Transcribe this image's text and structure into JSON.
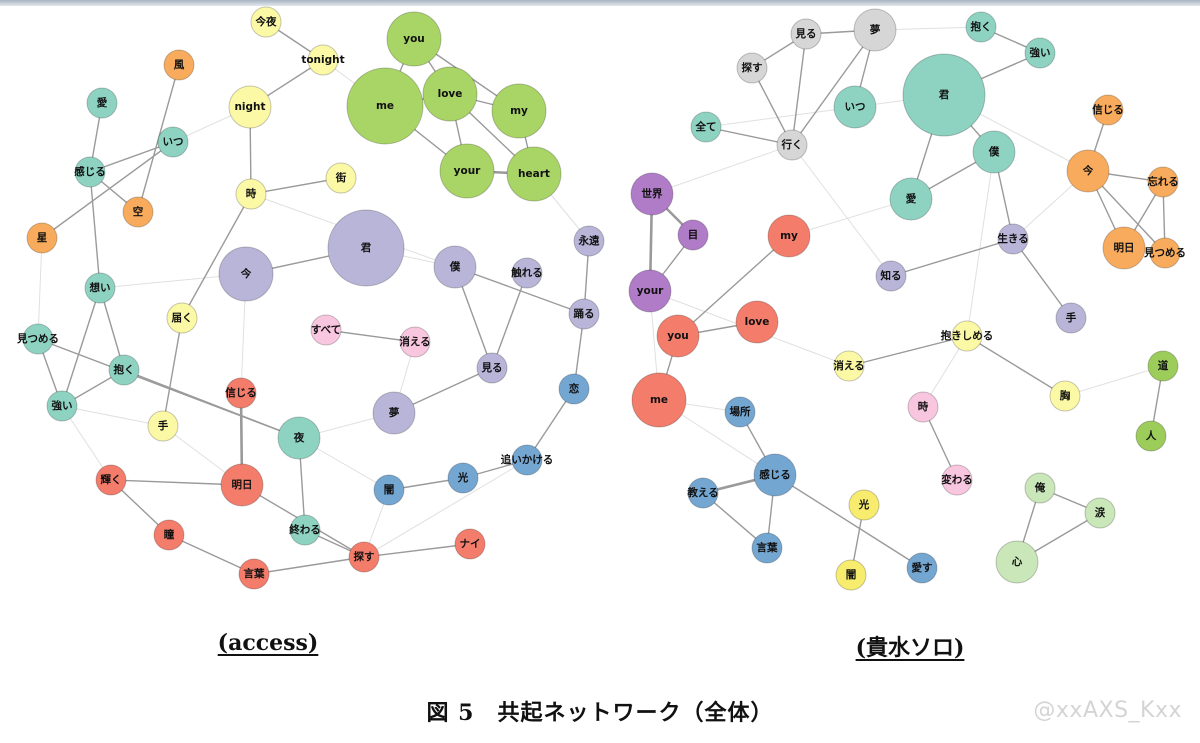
{
  "figure": {
    "caption": "図 5　共起ネットワーク（全体）",
    "watermark": "@xxAXS_Kxx"
  },
  "colors": {
    "green": "#a9d466",
    "purple": "#b9b5d9",
    "teal": "#8ed3c2",
    "yellow": "#fcf9a6",
    "orange": "#f8ab5c",
    "red": "#f37c6b",
    "pink": "#f9c6e0",
    "blue": "#74a6d2",
    "lightgray": "#d6d6d6",
    "magenta": "#b07bc7",
    "lightgreen": "#c9e7b8",
    "yellow2": "#f7ec6e",
    "lime": "#9ccc5a",
    "edge": "#9a9a9a",
    "edge_weak": "#e0e0e0"
  },
  "networks": [
    {
      "id": "access",
      "label": "(access)",
      "nodes": [
        {
          "id": "you",
          "label": "you",
          "color": "green",
          "size": 3
        },
        {
          "id": "me",
          "label": "me",
          "color": "green",
          "size": 5
        },
        {
          "id": "love",
          "label": "love",
          "color": "green",
          "size": 3
        },
        {
          "id": "my",
          "label": "my",
          "color": "green",
          "size": 3
        },
        {
          "id": "your",
          "label": "your",
          "color": "green",
          "size": 3
        },
        {
          "id": "heart",
          "label": "heart",
          "color": "green",
          "size": 3
        },
        {
          "id": "kimi",
          "label": "君",
          "color": "purple",
          "size": 5
        },
        {
          "id": "ima",
          "label": "今",
          "color": "purple",
          "size": 3
        },
        {
          "id": "boku",
          "label": "僕",
          "color": "purple",
          "size": 2
        },
        {
          "id": "fureru",
          "label": "触れる",
          "color": "purple",
          "size": 1
        },
        {
          "id": "eien",
          "label": "永遠",
          "color": "purple",
          "size": 1
        },
        {
          "id": "odoru",
          "label": "踊る",
          "color": "purple",
          "size": 1
        },
        {
          "id": "miru",
          "label": "見る",
          "color": "purple",
          "size": 1
        },
        {
          "id": "yume",
          "label": "夢",
          "color": "purple",
          "size": 2
        },
        {
          "id": "konya",
          "label": "今夜",
          "color": "yellow",
          "size": 1
        },
        {
          "id": "tonight",
          "label": "tonight",
          "color": "yellow",
          "size": 1
        },
        {
          "id": "night",
          "label": "night",
          "color": "yellow",
          "size": 2
        },
        {
          "id": "toki",
          "label": "時",
          "color": "yellow",
          "size": 1
        },
        {
          "id": "machi",
          "label": "街",
          "color": "yellow",
          "size": 1
        },
        {
          "id": "todoku",
          "label": "届く",
          "color": "yellow",
          "size": 1
        },
        {
          "id": "te",
          "label": "手",
          "color": "yellow",
          "size": 1
        },
        {
          "id": "kaze",
          "label": "風",
          "color": "orange",
          "size": 1
        },
        {
          "id": "sora",
          "label": "空",
          "color": "orange",
          "size": 1
        },
        {
          "id": "hoshi",
          "label": "星",
          "color": "orange",
          "size": 1
        },
        {
          "id": "ai",
          "label": "愛",
          "color": "teal",
          "size": 1
        },
        {
          "id": "itsu",
          "label": "いつ",
          "color": "teal",
          "size": 1
        },
        {
          "id": "kanjiru",
          "label": "感じる",
          "color": "teal",
          "size": 1
        },
        {
          "id": "omoi",
          "label": "想い",
          "color": "teal",
          "size": 1
        },
        {
          "id": "mitsumeru",
          "label": "見つめる",
          "color": "teal",
          "size": 1
        },
        {
          "id": "daku",
          "label": "抱く",
          "color": "teal",
          "size": 1
        },
        {
          "id": "tsuyoi",
          "label": "強い",
          "color": "teal",
          "size": 1
        },
        {
          "id": "yoru",
          "label": "夜",
          "color": "teal",
          "size": 2
        },
        {
          "id": "owaru",
          "label": "終わる",
          "color": "teal",
          "size": 1
        },
        {
          "id": "subete",
          "label": "すべて",
          "color": "pink",
          "size": 1
        },
        {
          "id": "kieru",
          "label": "消える",
          "color": "pink",
          "size": 1
        },
        {
          "id": "shinjiru",
          "label": "信じる",
          "color": "red",
          "size": 1
        },
        {
          "id": "ashita",
          "label": "明日",
          "color": "red",
          "size": 2
        },
        {
          "id": "kagayaku",
          "label": "輝く",
          "color": "red",
          "size": 1
        },
        {
          "id": "hitomi",
          "label": "瞳",
          "color": "red",
          "size": 1
        },
        {
          "id": "kotoba",
          "label": "言葉",
          "color": "red",
          "size": 1
        },
        {
          "id": "sagasu",
          "label": "探す",
          "color": "red",
          "size": 1
        },
        {
          "id": "nai",
          "label": "ナイ",
          "color": "red",
          "size": 1
        },
        {
          "id": "koi",
          "label": "恋",
          "color": "blue",
          "size": 1
        },
        {
          "id": "oikakeru",
          "label": "追いかける",
          "color": "blue",
          "size": 1
        },
        {
          "id": "hikari",
          "label": "光",
          "color": "blue",
          "size": 1
        },
        {
          "id": "yami",
          "label": "闇",
          "color": "blue",
          "size": 1
        }
      ],
      "edges": [
        [
          "you",
          "me",
          1
        ],
        [
          "you",
          "love",
          1
        ],
        [
          "you",
          "my",
          1
        ],
        [
          "me",
          "love",
          1
        ],
        [
          "me",
          "your",
          1
        ],
        [
          "love",
          "my",
          1
        ],
        [
          "love",
          "your",
          1
        ],
        [
          "my",
          "heart",
          1
        ],
        [
          "your",
          "heart",
          2
        ],
        [
          "love",
          "heart",
          1
        ],
        [
          "konya",
          "tonight",
          1
        ],
        [
          "tonight",
          "night",
          1
        ],
        [
          "night",
          "toki",
          1
        ],
        [
          "toki",
          "machi",
          1
        ],
        [
          "toki",
          "todoku",
          1
        ],
        [
          "todoku",
          "te",
          1
        ],
        [
          "kimi",
          "ima",
          1
        ],
        [
          "boku",
          "odoru",
          1
        ],
        [
          "boku",
          "miru",
          1
        ],
        [
          "fureru",
          "miru",
          1
        ],
        [
          "eien",
          "odoru",
          1
        ],
        [
          "miru",
          "yume",
          1
        ],
        [
          "kaze",
          "sora",
          1
        ],
        [
          "sora",
          "kanjiru",
          1
        ],
        [
          "itsu",
          "kanjiru",
          1
        ],
        [
          "ai",
          "kanjiru",
          1
        ],
        [
          "kanjiru",
          "omoi",
          1
        ],
        [
          "hoshi",
          "itsu",
          1
        ],
        [
          "omoi",
          "daku",
          1
        ],
        [
          "omoi",
          "tsuyoi",
          1
        ],
        [
          "mitsumeru",
          "tsuyoi",
          1
        ],
        [
          "daku",
          "tsuyoi",
          1
        ],
        [
          "mitsumeru",
          "yoru",
          1
        ],
        [
          "daku",
          "yoru",
          1
        ],
        [
          "yoru",
          "owaru",
          1
        ],
        [
          "subete",
          "kieru",
          1
        ],
        [
          "shinjiru",
          "ashita",
          2
        ],
        [
          "kagayaku",
          "ashita",
          1
        ],
        [
          "kagayaku",
          "hitomi",
          1
        ],
        [
          "hitomi",
          "kotoba",
          1
        ],
        [
          "kotoba",
          "sagasu",
          1
        ],
        [
          "sagasu",
          "nai",
          1
        ],
        [
          "ashita",
          "sagasu",
          1
        ],
        [
          "owaru",
          "sagasu",
          1
        ],
        [
          "odoru",
          "koi",
          1
        ],
        [
          "koi",
          "oikakeru",
          1
        ],
        [
          "oikakeru",
          "hikari",
          1
        ],
        [
          "hikari",
          "yami",
          1
        ]
      ],
      "weak_edges": [
        [
          "night",
          "itsu"
        ],
        [
          "tonight",
          "me"
        ],
        [
          "kimi",
          "boku"
        ],
        [
          "boku",
          "toki"
        ],
        [
          "ima",
          "omoi"
        ],
        [
          "ima",
          "shinjiru"
        ],
        [
          "yume",
          "yoru"
        ],
        [
          "yume",
          "kieru"
        ],
        [
          "heart",
          "eien"
        ],
        [
          "hoshi",
          "mitsumeru"
        ],
        [
          "te",
          "ashita"
        ],
        [
          "tsuyoi",
          "kagayaku"
        ],
        [
          "te",
          "tsuyoi"
        ],
        [
          "yami",
          "sagasu"
        ],
        [
          "yoru",
          "yami"
        ],
        [
          "oikakeru",
          "sagasu"
        ]
      ]
    },
    {
      "id": "kisui",
      "label": "(貴水ソロ)",
      "nodes": [
        {
          "id": "yume",
          "label": "夢",
          "color": "lightgray",
          "size": 2
        },
        {
          "id": "miru",
          "label": "見る",
          "color": "lightgray",
          "size": 1
        },
        {
          "id": "sagasu",
          "label": "探す",
          "color": "lightgray",
          "size": 1
        },
        {
          "id": "iku",
          "label": "行く",
          "color": "lightgray",
          "size": 1
        },
        {
          "id": "daku",
          "label": "抱く",
          "color": "teal",
          "size": 1
        },
        {
          "id": "tsuyoi",
          "label": "強い",
          "color": "teal",
          "size": 1
        },
        {
          "id": "kimi",
          "label": "君",
          "color": "teal",
          "size": 6
        },
        {
          "id": "itsu",
          "label": "いつ",
          "color": "teal",
          "size": 2
        },
        {
          "id": "subete",
          "label": "全て",
          "color": "teal",
          "size": 1
        },
        {
          "id": "boku",
          "label": "僕",
          "color": "teal",
          "size": 2
        },
        {
          "id": "ai",
          "label": "愛",
          "color": "teal",
          "size": 2
        },
        {
          "id": "shinjiru",
          "label": "信じる",
          "color": "orange",
          "size": 1
        },
        {
          "id": "ima",
          "label": "今",
          "color": "orange",
          "size": 2
        },
        {
          "id": "wasureru",
          "label": "忘れる",
          "color": "orange",
          "size": 1
        },
        {
          "id": "ashita",
          "label": "明日",
          "color": "orange",
          "size": 2
        },
        {
          "id": "mitsumeru",
          "label": "見つめる",
          "color": "orange",
          "size": 1
        },
        {
          "id": "sekai",
          "label": "世界",
          "color": "magenta",
          "size": 2
        },
        {
          "id": "me2",
          "label": "目",
          "color": "magenta",
          "size": 1
        },
        {
          "id": "your",
          "label": "your",
          "color": "magenta",
          "size": 2
        },
        {
          "id": "my",
          "label": "my",
          "color": "red",
          "size": 2
        },
        {
          "id": "you",
          "label": "you",
          "color": "red",
          "size": 2
        },
        {
          "id": "love",
          "label": "love",
          "color": "red",
          "size": 2
        },
        {
          "id": "me",
          "label": "me",
          "color": "red",
          "size": 3
        },
        {
          "id": "ikiru",
          "label": "生きる",
          "color": "purple",
          "size": 1
        },
        {
          "id": "shiru",
          "label": "知る",
          "color": "purple",
          "size": 1
        },
        {
          "id": "te",
          "label": "手",
          "color": "purple",
          "size": 1
        },
        {
          "id": "kieru",
          "label": "消える",
          "color": "yellow",
          "size": 1
        },
        {
          "id": "dakishimeru",
          "label": "抱きしめる",
          "color": "yellow",
          "size": 1
        },
        {
          "id": "mune",
          "label": "胸",
          "color": "yellow",
          "size": 1
        },
        {
          "id": "michi",
          "label": "道",
          "color": "lime",
          "size": 1
        },
        {
          "id": "hito",
          "label": "人",
          "color": "lime",
          "size": 1
        },
        {
          "id": "toki",
          "label": "時",
          "color": "pink",
          "size": 1
        },
        {
          "id": "kawaru",
          "label": "変わる",
          "color": "pink",
          "size": 1
        },
        {
          "id": "basho",
          "label": "場所",
          "color": "blue",
          "size": 1
        },
        {
          "id": "kanjiru",
          "label": "感じる",
          "color": "blue",
          "size": 2
        },
        {
          "id": "oshieru",
          "label": "教える",
          "color": "blue",
          "size": 1
        },
        {
          "id": "kotoba",
          "label": "言葉",
          "color": "blue",
          "size": 1
        },
        {
          "id": "aisu",
          "label": "愛す",
          "color": "blue",
          "size": 1
        },
        {
          "id": "hikari",
          "label": "光",
          "color": "yellow2",
          "size": 1
        },
        {
          "id": "yami",
          "label": "闇",
          "color": "yellow2",
          "size": 1
        },
        {
          "id": "ore",
          "label": "俺",
          "color": "lightgreen",
          "size": 1
        },
        {
          "id": "namida",
          "label": "涙",
          "color": "lightgreen",
          "size": 1
        },
        {
          "id": "kokoro",
          "label": "心",
          "color": "lightgreen",
          "size": 2
        }
      ],
      "edges": [
        [
          "miru",
          "sagasu",
          1
        ],
        [
          "miru",
          "iku",
          1
        ],
        [
          "sagasu",
          "iku",
          1
        ],
        [
          "yume",
          "miru",
          1
        ],
        [
          "yume",
          "iku",
          1
        ],
        [
          "yume",
          "itsu",
          1
        ],
        [
          "subete",
          "iku",
          1
        ],
        [
          "daku",
          "tsuyoi",
          1
        ],
        [
          "kimi",
          "tsuyoi",
          1
        ],
        [
          "kimi",
          "boku",
          1
        ],
        [
          "kimi",
          "ai",
          1
        ],
        [
          "boku",
          "ai",
          1
        ],
        [
          "boku",
          "ikiru",
          1
        ],
        [
          "ikiru",
          "shiru",
          1
        ],
        [
          "ikiru",
          "te",
          1
        ],
        [
          "shinjiru",
          "ima",
          1
        ],
        [
          "ima",
          "wasureru",
          1
        ],
        [
          "ima",
          "ashita",
          1
        ],
        [
          "ima",
          "mitsumeru",
          1
        ],
        [
          "wasureru",
          "ashita",
          1
        ],
        [
          "wasureru",
          "mitsumeru",
          1
        ],
        [
          "sekai",
          "me2",
          2
        ],
        [
          "sekai",
          "your",
          2
        ],
        [
          "me2",
          "your",
          1
        ],
        [
          "my",
          "you",
          1
        ],
        [
          "you",
          "love",
          1
        ],
        [
          "you",
          "me",
          1
        ],
        [
          "kieru",
          "dakishimeru",
          1
        ],
        [
          "dakishimeru",
          "mune",
          1
        ],
        [
          "michi",
          "hito",
          1
        ],
        [
          "toki",
          "kawaru",
          1
        ],
        [
          "basho",
          "kanjiru",
          1
        ],
        [
          "kanjiru",
          "oshieru",
          2
        ],
        [
          "kanjiru",
          "kotoba",
          1
        ],
        [
          "kanjiru",
          "aisu",
          1
        ],
        [
          "oshieru",
          "kotoba",
          1
        ],
        [
          "hikari",
          "yami",
          1
        ],
        [
          "ore",
          "namida",
          1
        ],
        [
          "ore",
          "kokoro",
          1
        ],
        [
          "namida",
          "kokoro",
          1
        ]
      ],
      "weak_edges": [
        [
          "itsu",
          "subete"
        ],
        [
          "kimi",
          "itsu"
        ],
        [
          "kimi",
          "ima"
        ],
        [
          "kimi",
          "tsuyoi"
        ],
        [
          "yume",
          "daku"
        ],
        [
          "iku",
          "sekai"
        ],
        [
          "iku",
          "shiru"
        ],
        [
          "ai",
          "my"
        ],
        [
          "your",
          "kieru"
        ],
        [
          "me",
          "basho"
        ],
        [
          "me",
          "kanjiru"
        ],
        [
          "dakishimeru",
          "toki"
        ],
        [
          "mune",
          "michi"
        ],
        [
          "ima",
          "ikiru"
        ],
        [
          "your",
          "me"
        ],
        [
          "boku",
          "dakishimeru"
        ]
      ]
    }
  ]
}
